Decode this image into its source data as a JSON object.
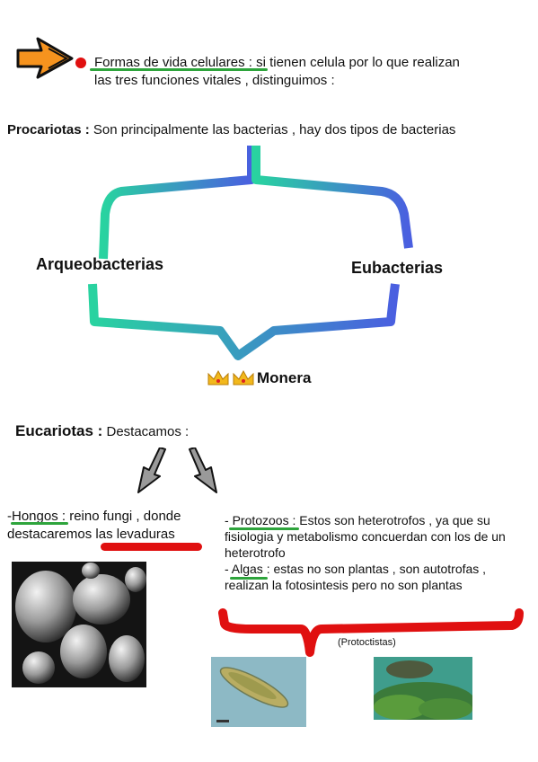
{
  "intro": {
    "underlined": "Formas de vida celulares",
    "rest": " : si tienen celula por lo que realizan",
    "line2": "las tres funciones vitales , distinguimos :"
  },
  "procariotas": {
    "heading": "Procariotas :",
    "text": " Son principalmente las bacterias , hay dos tipos de bacterias",
    "left": "Arqueobacterias",
    "right": "Eubacterias",
    "result": "Monera"
  },
  "eucariotas": {
    "heading": "Eucariotas :",
    "text": " Destacamos :"
  },
  "hongos": {
    "prefix": "-",
    "name": "Hongos",
    "text": " : reino fungi , donde destacaremos ",
    "highlight": "las levaduras"
  },
  "protoctistas": {
    "protozoos_prefix": "- ",
    "protozoos_name": "Protozoos",
    "protozoos_text": " : Estos son heterotrofos , ya que su fisiologia y metabolismo concuerdan con los de un heterotrofo",
    "algas_prefix": "- ",
    "algas_name": "Algas",
    "algas_text": " : estas no son plantas , son autotrofas , realizan la fotosintesis pero no son plantas",
    "label": "(Protoctistas)"
  },
  "icons": [
    "orange-arrow-icon",
    "red-bullet-icon",
    "crown-icon",
    "gray-arrow-icon"
  ],
  "colors": {
    "orange": "#f6931e",
    "red": "#e01010",
    "green": "#2ea43c",
    "grad_start": "#29d3a0",
    "grad_end": "#4a5fe0"
  }
}
